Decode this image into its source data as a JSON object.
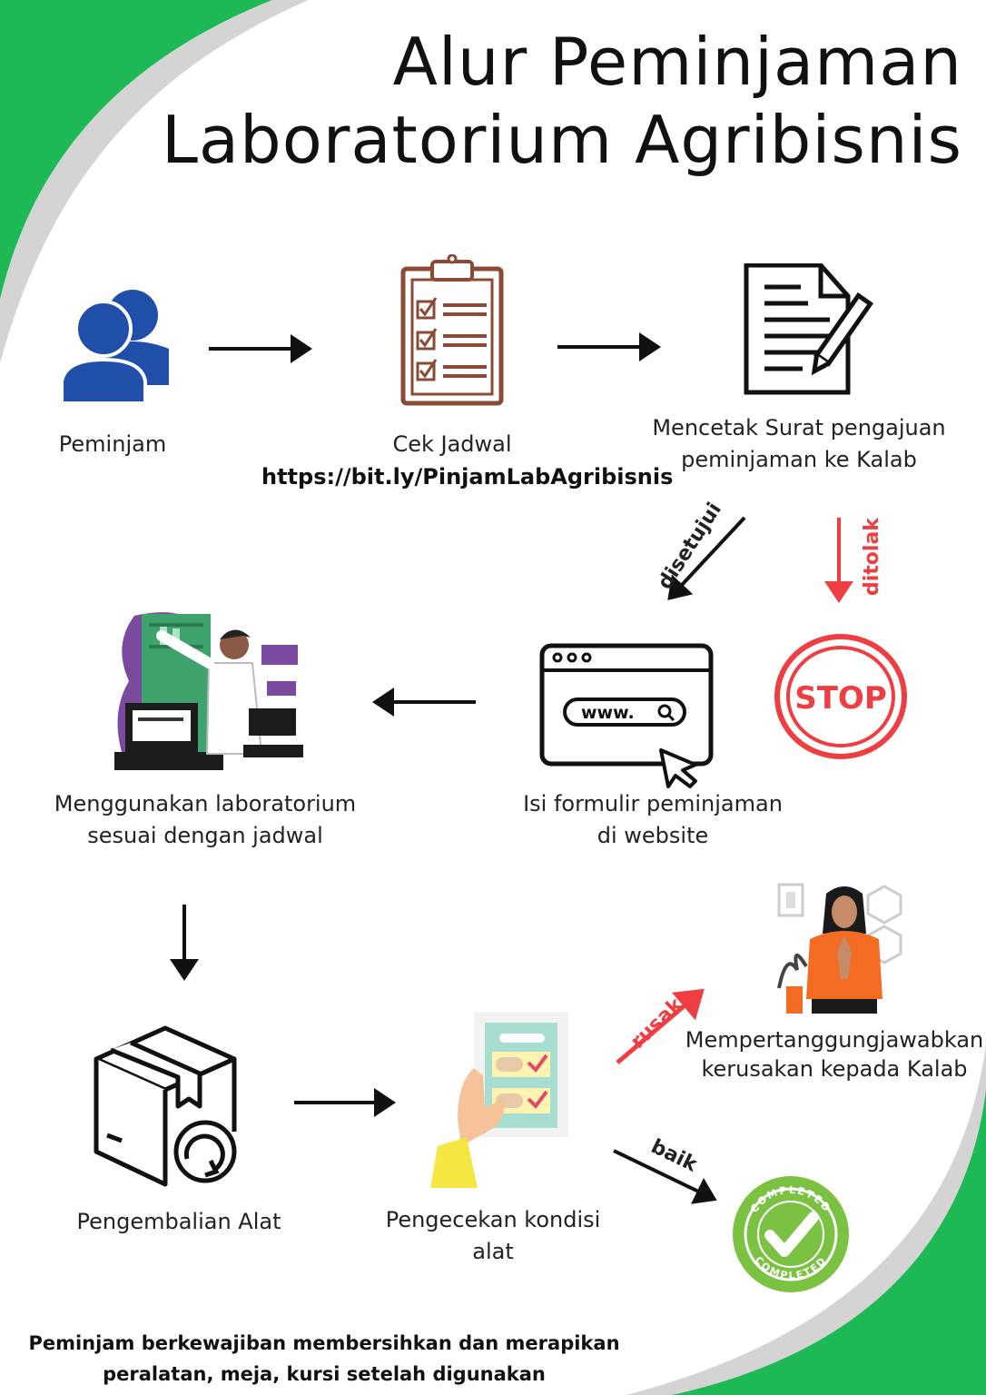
{
  "title": {
    "line1": "Alur Peminjaman",
    "line2": "Laboratorium Agribisnis"
  },
  "steps": {
    "peminjam": "Peminjam",
    "cek_jadwal": "Cek Jadwal",
    "link": "https://bit.ly/PinjamLabAgribisnis",
    "mencetak_line1": "Mencetak Surat pengajuan",
    "mencetak_line2": "peminjaman ke Kalab",
    "isi_line1": "Isi formulir peminjaman",
    "isi_line2": "di website",
    "menggunakan_line1": "Menggunakan laboratorium",
    "menggunakan_line2": "sesuai dengan jadwal",
    "pengembalian": "Pengembalian Alat",
    "pengecekan_line1": "Pengecekan kondisi",
    "pengecekan_line2": "alat",
    "mempertanggung_line1": "Mempertanggungjawabkan",
    "mempertanggung_line2": "kerusakan kepada Kalab"
  },
  "arrow_labels": {
    "disetujui": "disetujui",
    "ditolak": "ditolak",
    "rusak": "rusak",
    "baik": "baik"
  },
  "icons": {
    "stop": "STOP",
    "www": "www.",
    "completed": "COMPLETED"
  },
  "note": {
    "line1": "Peminjam berkewajiban membersihkan dan merapikan",
    "line2": "peralatan, meja, kursi setelah digunakan"
  },
  "colors": {
    "green": "#1db954",
    "gray": "#d4d4d4",
    "red": "#ef3e42",
    "blue": "#1f4fa8",
    "brown": "#8b4a35",
    "complete_green": "#7cc242"
  }
}
